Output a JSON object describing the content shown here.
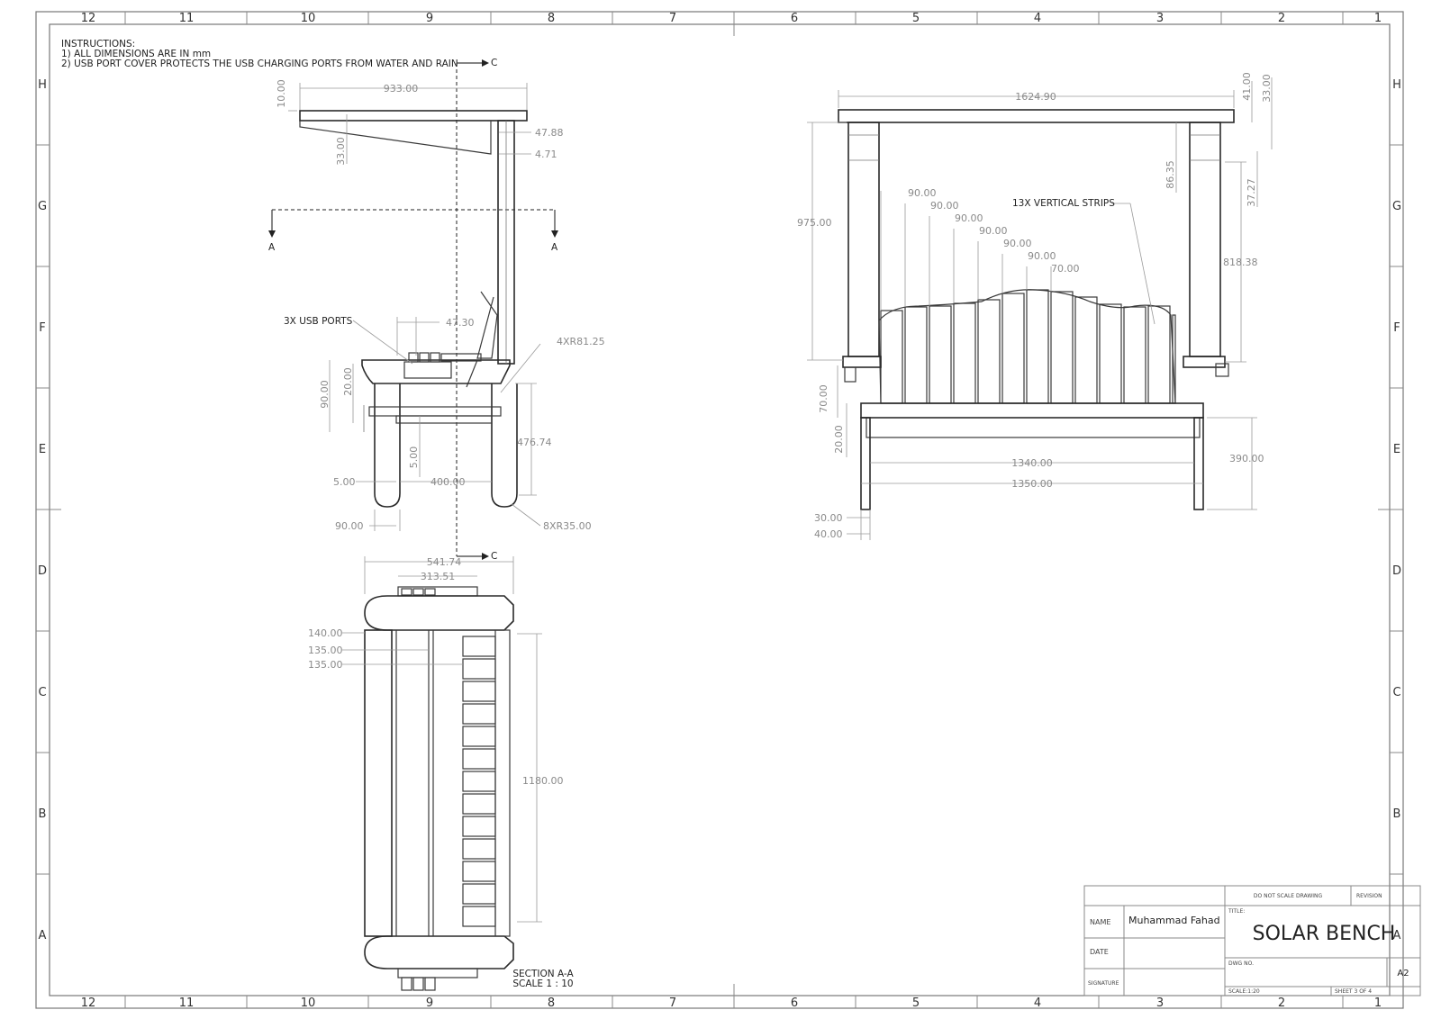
{
  "zones": {
    "columns": [
      "12",
      "11",
      "10",
      "9",
      "8",
      "7",
      "6",
      "5",
      "4",
      "3",
      "2",
      "1"
    ],
    "rows": [
      "H",
      "G",
      "F",
      "E",
      "D",
      "C",
      "B",
      "A"
    ]
  },
  "instructions": {
    "title": "INSTRUCTIONS:",
    "line1": "1) ALL DIMENSIONS ARE IN mm",
    "line2": "2) USB PORT COVER PROTECTS THE USB CHARGING PORTS FROM WATER AND RAIN"
  },
  "section_marks": {
    "c": "C",
    "a": "A"
  },
  "side_view": {
    "dims": {
      "d10": "10.00",
      "d933": "933.00",
      "d33": "33.00",
      "d4788": "47.88",
      "d471": "4.71",
      "d4730": "47.30",
      "d481": "4XR81.25",
      "d90a": "90.00",
      "d20": "20.00",
      "d47674": "476.74",
      "d5a": "5.00",
      "d5b": "5.00",
      "d400": "400.00",
      "d90b": "90.00",
      "d835": "8XR35.00"
    },
    "label_usb": "3X USB PORTS"
  },
  "section_view": {
    "dims": {
      "d54174": "541.74",
      "d31351": "313.51",
      "d140": "140.00",
      "d135a": "135.00",
      "d135b": "135.00",
      "d1180": "1180.00"
    },
    "caption1": "SECTION A-A",
    "caption2": "SCALE 1 : 10"
  },
  "front_view": {
    "dims": {
      "d162490": "1624.90",
      "d41": "41.00",
      "d33": "33.00",
      "d8635": "86.35",
      "d3727": "37.27",
      "d975": "975.00",
      "d81838": "818.38",
      "s1": "90.00",
      "s2": "90.00",
      "s3": "90.00",
      "s4": "90.00",
      "s5": "90.00",
      "s6": "90.00",
      "s7": "70.00",
      "d70": "70.00",
      "d20": "20.00",
      "d1340": "1340.00",
      "d1350": "1350.00",
      "d390": "390.00",
      "d30": "30.00",
      "d40": "40.00"
    },
    "label_strips": "13X VERTICAL STRIPS"
  },
  "title_block": {
    "do_not_scale": "DO NOT SCALE DRAWING",
    "revision": "REVISION",
    "name_label": "NAME",
    "name_value": "Muhammad Fahad",
    "date_label": "DATE",
    "signature_label": "SIGNATURE",
    "title_label": "TITLE:",
    "title": "SOLAR BENCH",
    "dwg_label": "DWG NO.",
    "size": "A2",
    "scale": "SCALE:1:20",
    "sheet": "SHEET 3 OF 4"
  }
}
